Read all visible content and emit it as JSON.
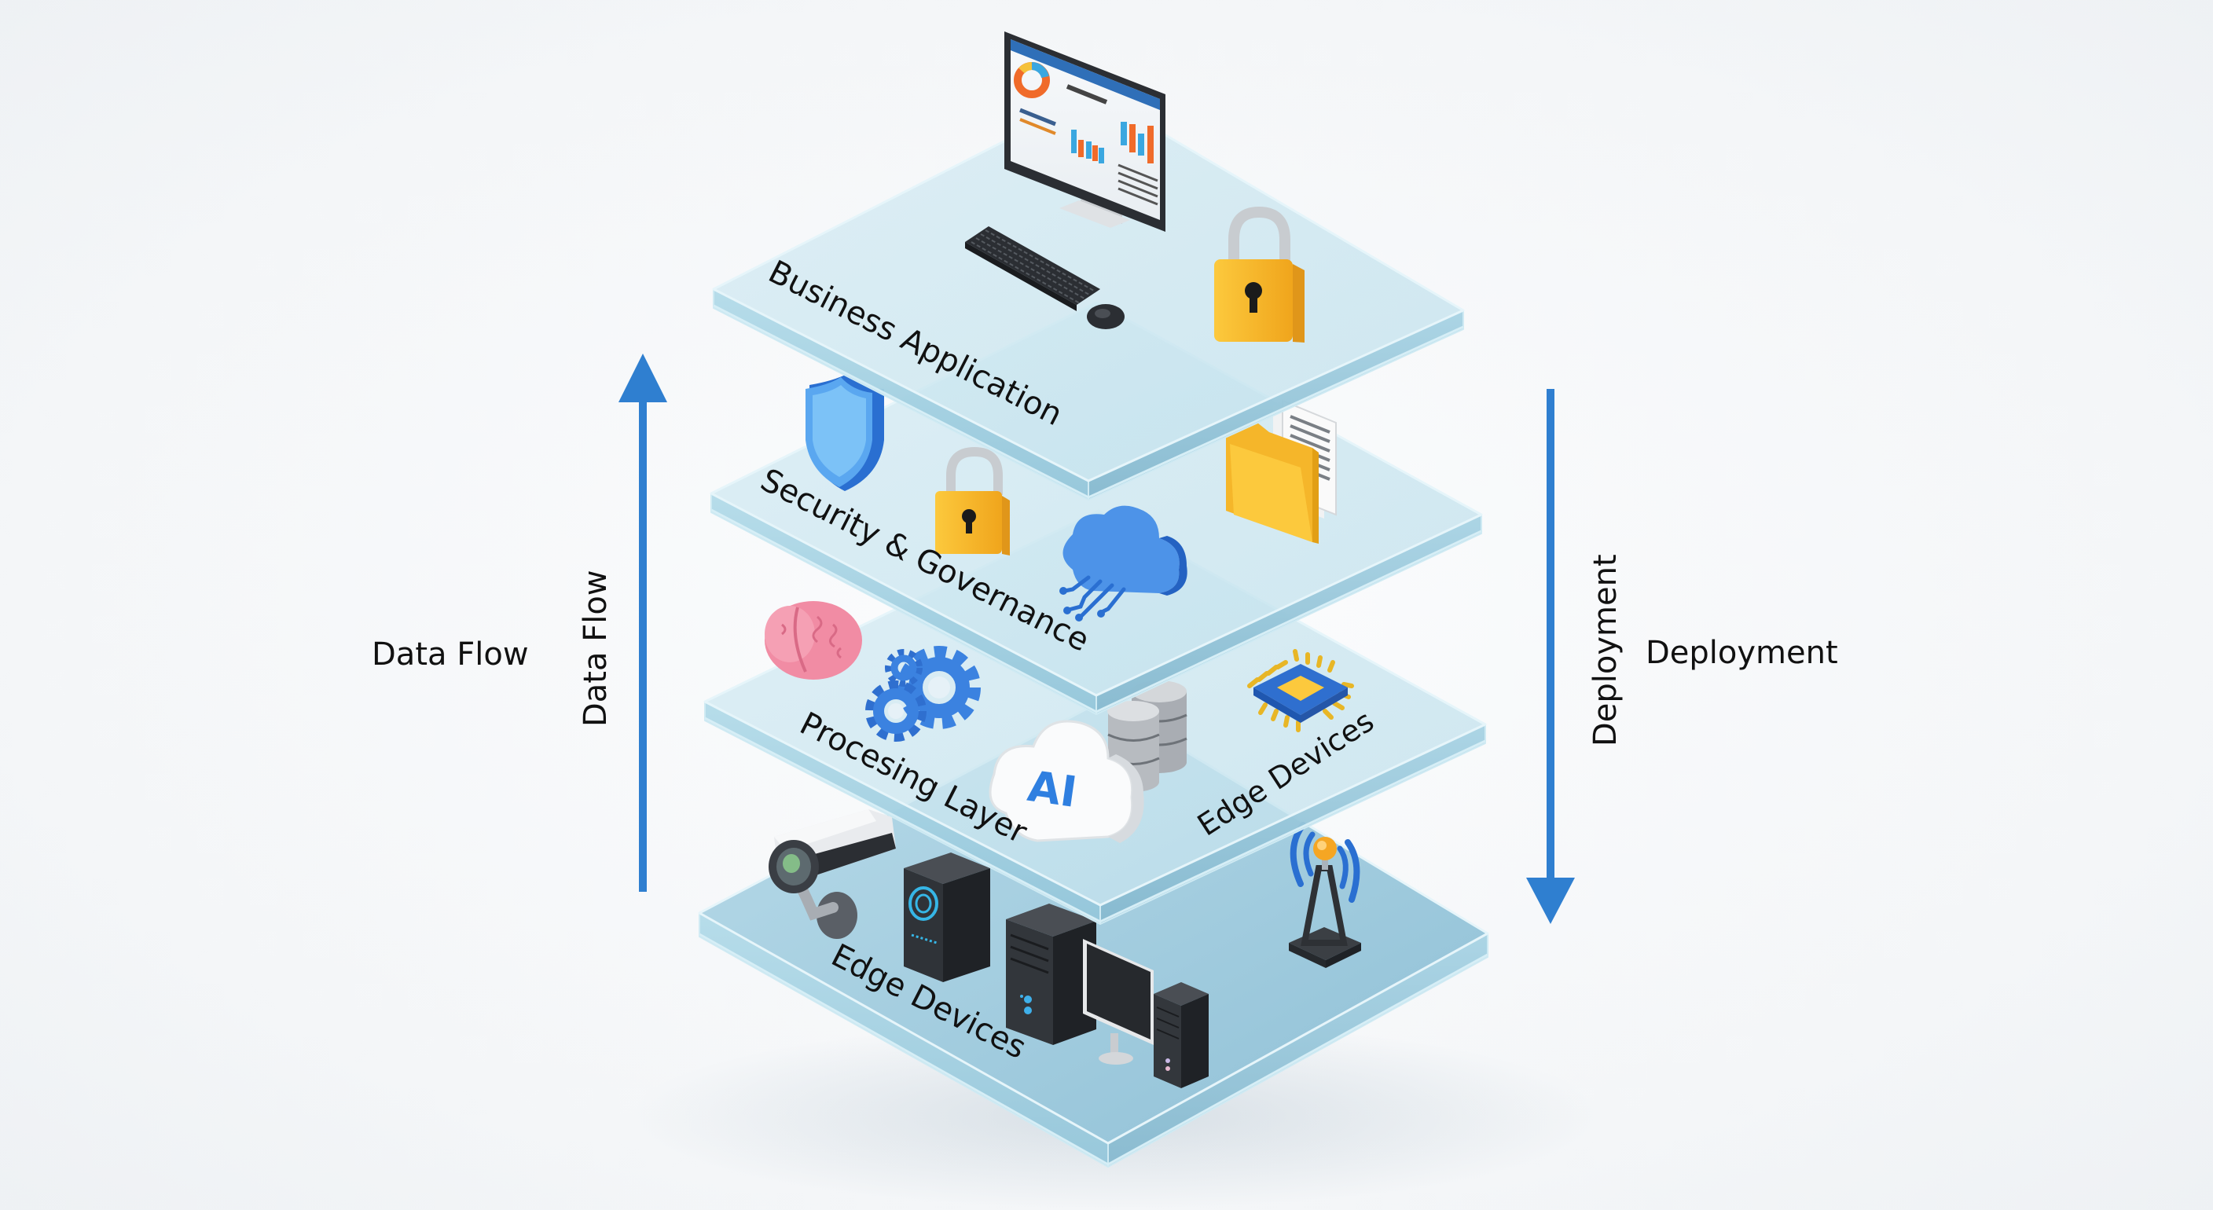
{
  "diagram": {
    "type": "layered-architecture",
    "layers": [
      {
        "id": "business",
        "label": "Business Application",
        "icons": [
          "monitor-dashboard-icon",
          "keyboard-icon",
          "mouse-icon",
          "padlock-icon"
        ]
      },
      {
        "id": "security",
        "label": "Security & Governance",
        "icons": [
          "shield-icon",
          "padlock-icon",
          "cloud-circuit-icon",
          "folder-documents-icon"
        ]
      },
      {
        "id": "processing",
        "label": "Procesing Layer",
        "secondary_label": "Edge Devices",
        "icons": [
          "brain-icon",
          "gears-icon",
          "ai-cloud-icon",
          "database-icon",
          "microchip-icon"
        ]
      },
      {
        "id": "edge",
        "label": "Edge Devices",
        "icons": [
          "security-camera-icon",
          "edge-server-icon",
          "tower-pc-icon",
          "monitor-icon",
          "small-tower-pc-icon",
          "antenna-tower-icon"
        ]
      }
    ],
    "ai_cloud_text": "AI",
    "left_arrow": {
      "direction": "up",
      "vertical_label": "Data Flow",
      "side_label": "Data Flow"
    },
    "right_arrow": {
      "direction": "down",
      "vertical_label": "Deployment",
      "side_label": "Deployment"
    }
  },
  "colors": {
    "arrow": "#2f7fd0",
    "plate_top": "#cfe6ef",
    "plate_edge": "#9fcfe0",
    "plate_bottom_top": "#a9d1e2",
    "icon_blue": "#3b82e0",
    "lock_gold": "#f7b731",
    "brain_pink": "#f28fa6",
    "device_dark": "#2e3135"
  }
}
